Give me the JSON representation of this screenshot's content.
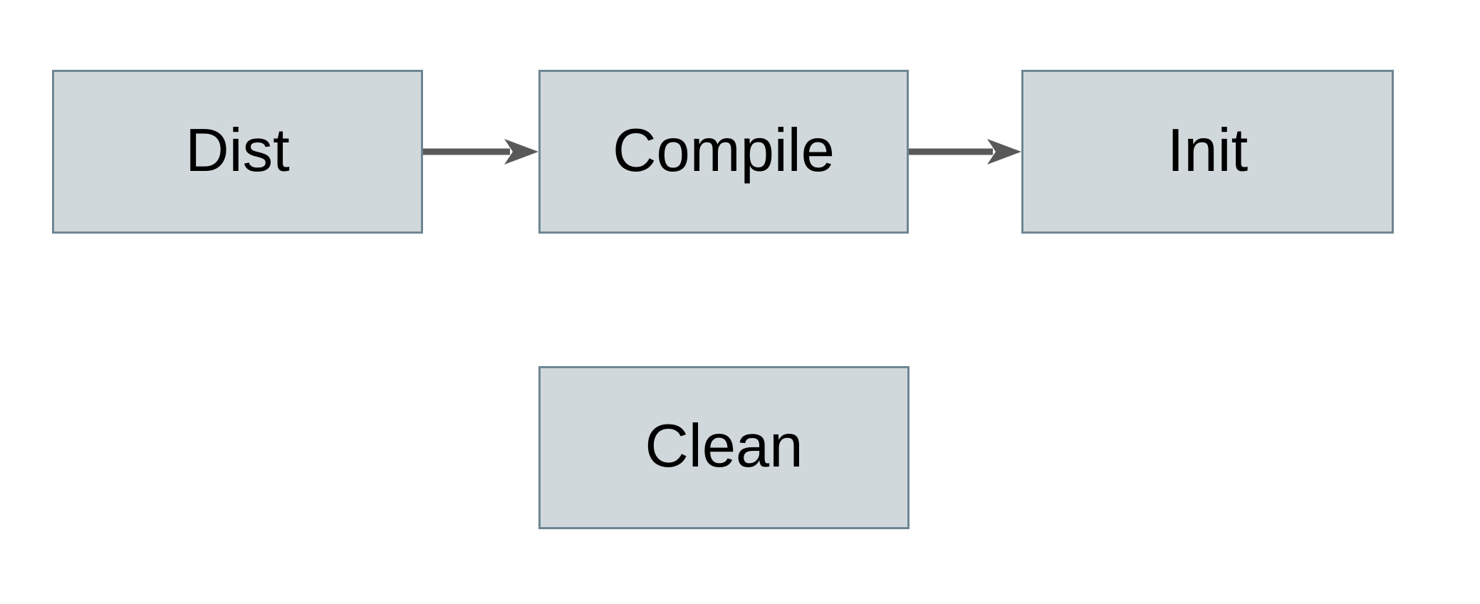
{
  "diagram": {
    "type": "flowchart",
    "background_color": "#ffffff",
    "node_fill_color": "#d1d8db",
    "node_border_color": "#6e8694",
    "arrow_color": "#595959",
    "text_color": "#000000",
    "nodes": [
      {
        "id": "dist",
        "label": "Dist"
      },
      {
        "id": "compile",
        "label": "Compile"
      },
      {
        "id": "init",
        "label": "Init"
      },
      {
        "id": "clean",
        "label": "Clean"
      }
    ],
    "edges": [
      {
        "from": "Dist",
        "to": "Compile"
      },
      {
        "from": "Compile",
        "to": "Init"
      }
    ]
  }
}
